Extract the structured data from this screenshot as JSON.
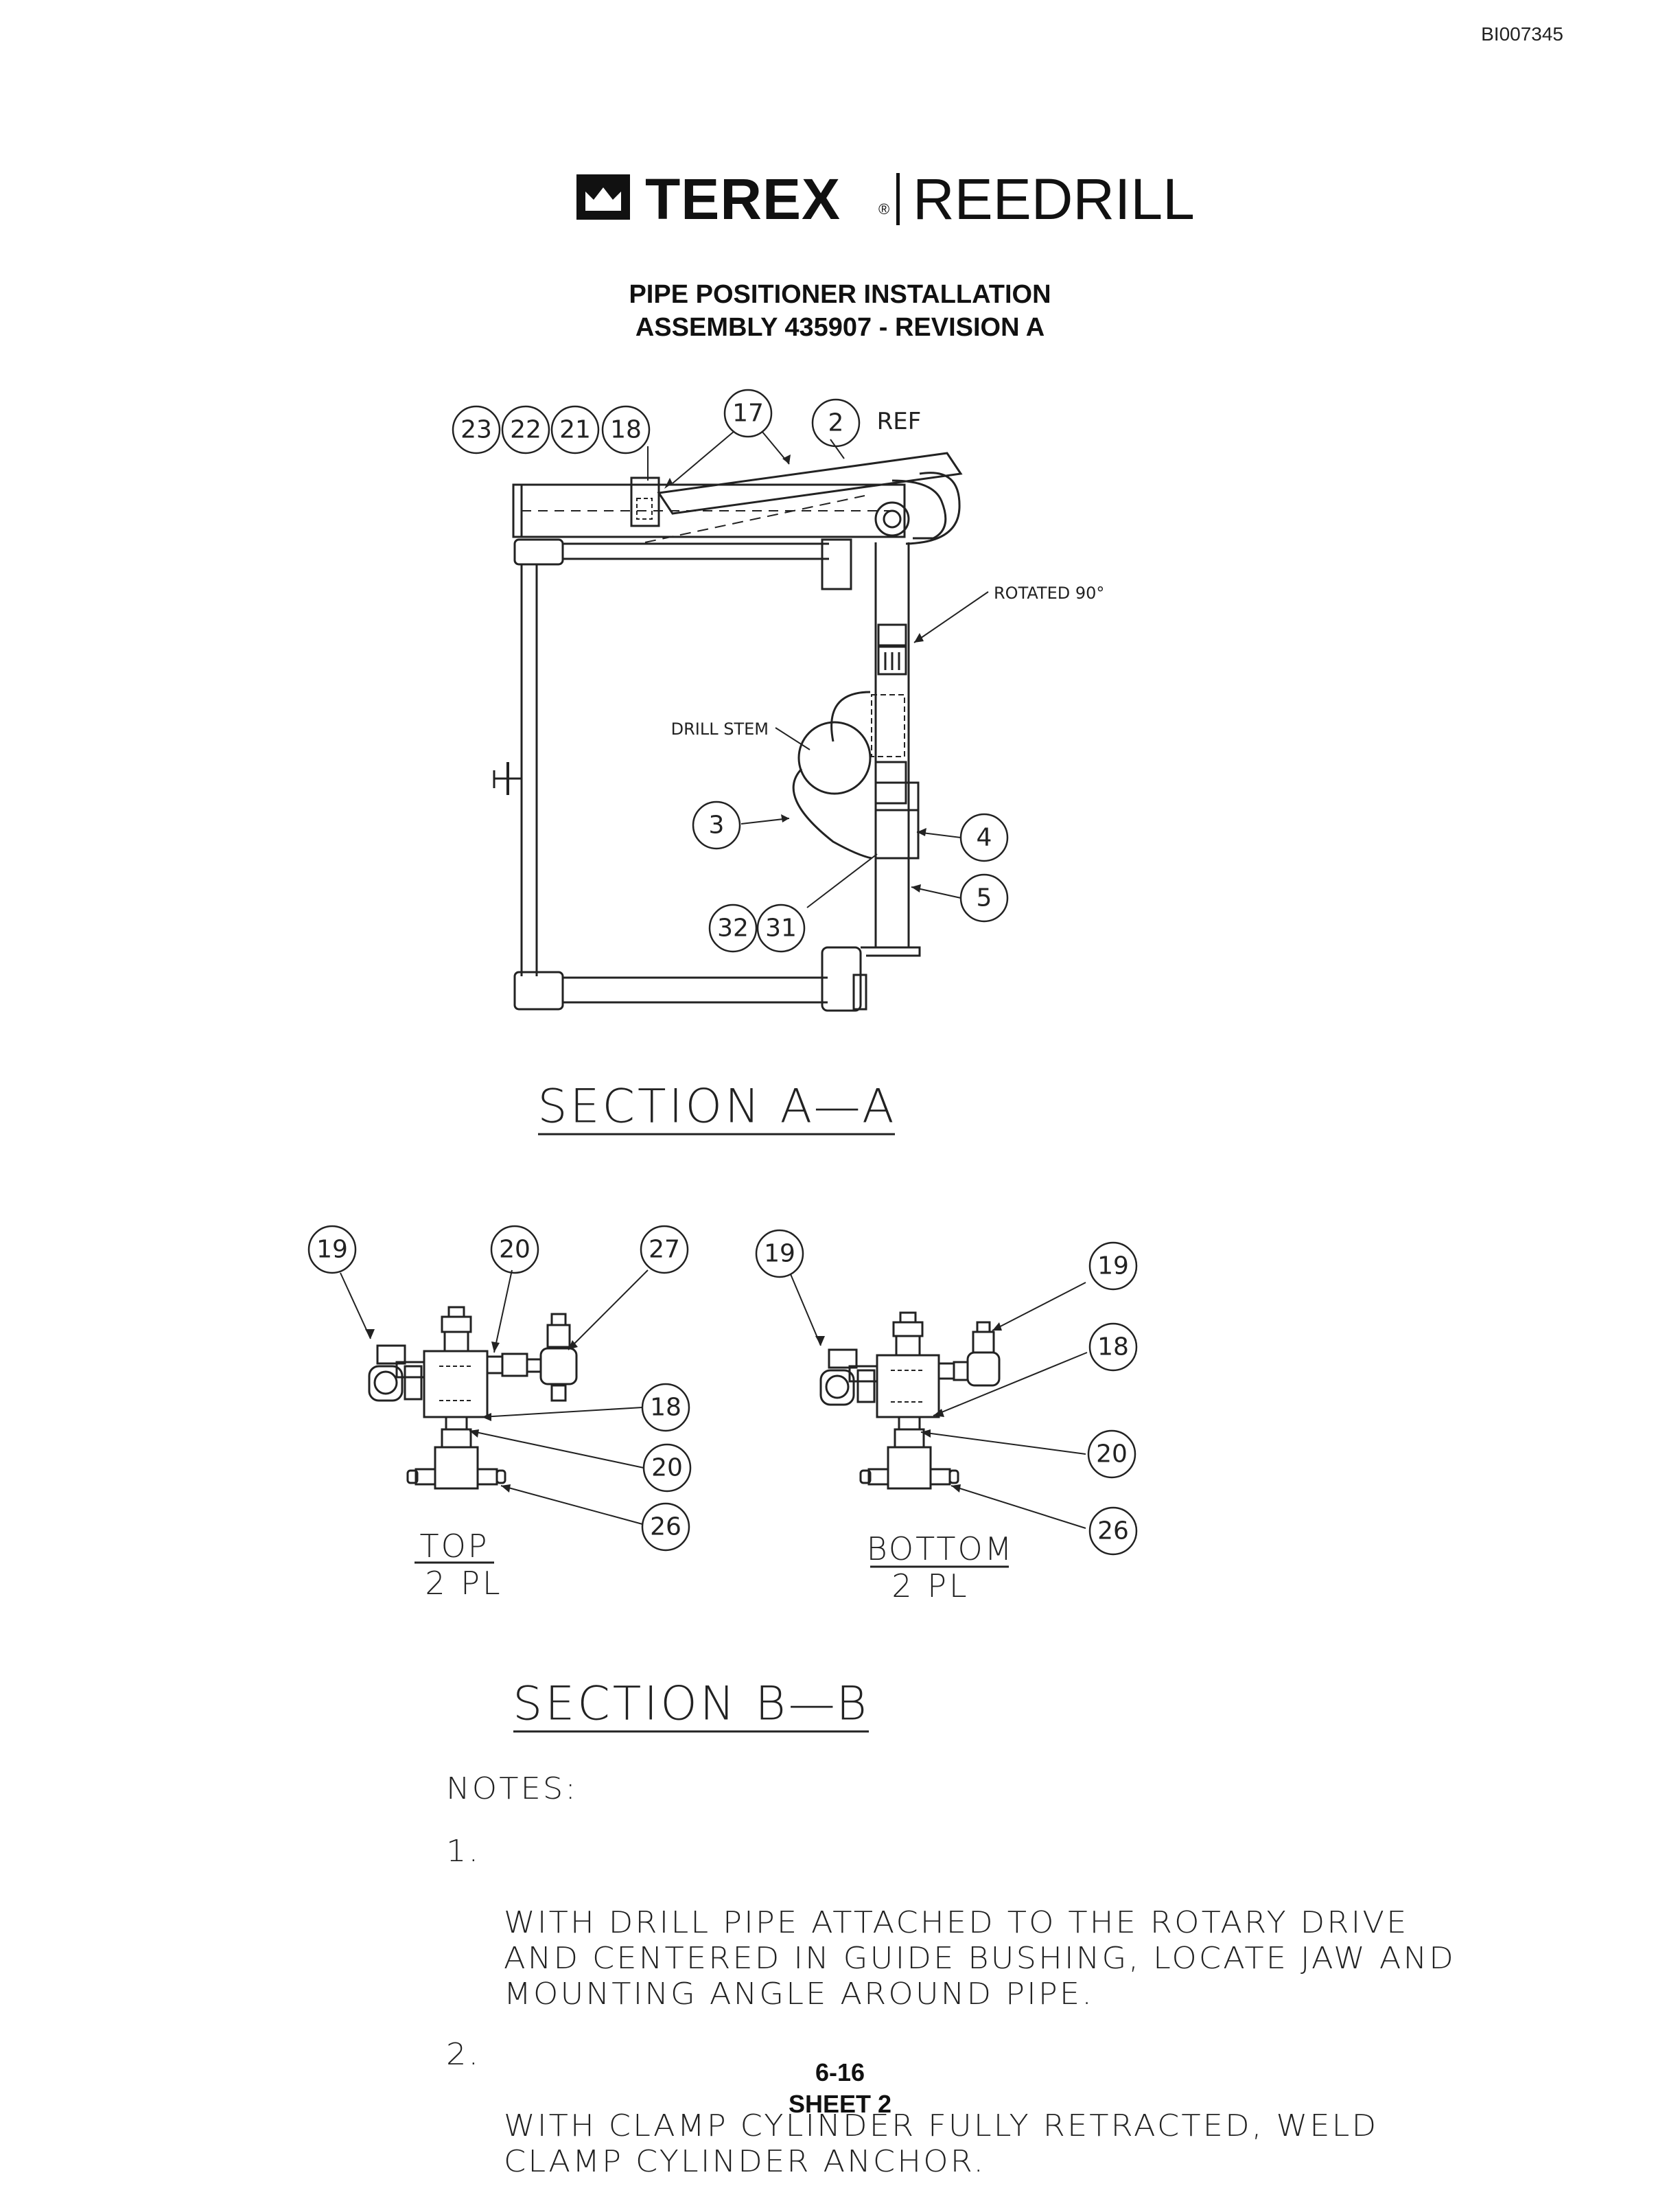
{
  "doc_id": "BI007345",
  "logo": {
    "brand": "TEREX",
    "reg": "®",
    "division": "REEDRILL"
  },
  "title": {
    "line1": "PIPE POSITIONER INSTALLATION",
    "line2": "ASSEMBLY 435907 - REVISION A"
  },
  "section_aa": {
    "label": "SECTION  A—A",
    "callouts": [
      "23",
      "22",
      "21",
      "18",
      "17",
      "2",
      "3",
      "4",
      "5",
      "32",
      "31"
    ],
    "ref_text": "REF",
    "rotated_text": "ROTATED 90°",
    "drill_stem_text": "DRILL STEM"
  },
  "section_bb": {
    "label": "SECTION  B—B",
    "top_callouts": [
      "19",
      "20",
      "27",
      "18",
      "20",
      "26"
    ],
    "bottom_callouts": [
      "19",
      "19",
      "18",
      "20",
      "26"
    ],
    "top_label": "TOP",
    "top_qty": "2 PL",
    "bottom_label": "BOTTOM",
    "bottom_qty": "2 PL"
  },
  "notes": {
    "title": "NOTES:",
    "items": [
      {
        "num": "1.",
        "text": "WITH DRILL PIPE ATTACHED TO THE ROTARY DRIVE\nAND CENTERED IN GUIDE BUSHING, LOCATE JAW AND\nMOUNTING ANGLE AROUND PIPE."
      },
      {
        "num": "2.",
        "text": "WITH CLAMP CYLINDER FULLY RETRACTED, WELD\nCLAMP CYLINDER ANCHOR."
      }
    ]
  },
  "page": {
    "number": "6-16",
    "sheet": "SHEET 2"
  }
}
